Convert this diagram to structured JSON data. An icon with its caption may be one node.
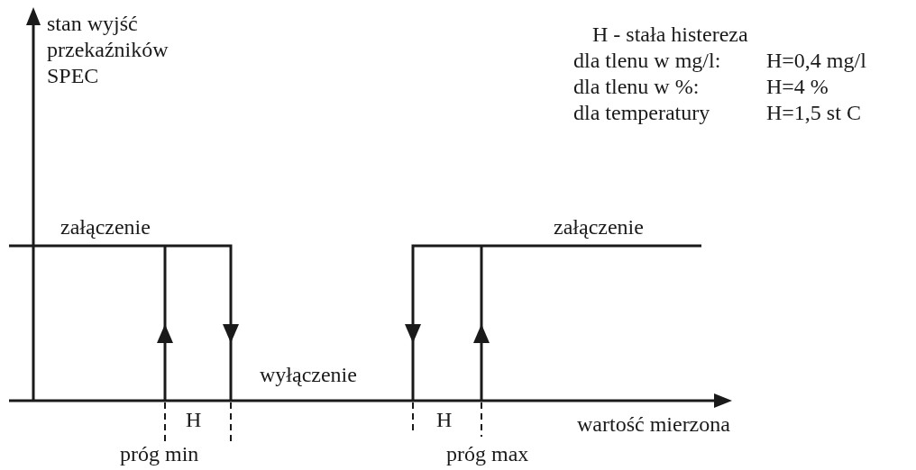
{
  "diagram": {
    "labels": [
      "stan wyjść przekaźników SPEC",
      "H - stała histereza",
      "dla tlenu w mg/l:",
      "H=0,4 mg/l",
      "dla tlenu w %:",
      "H=4 %",
      "dla temperatury",
      "H=1,5 st C",
      "załączenie",
      "załączenie",
      "wyłączenie",
      "H",
      "H",
      "wartość mierzona",
      "próg min",
      "próg max"
    ]
  }
}
